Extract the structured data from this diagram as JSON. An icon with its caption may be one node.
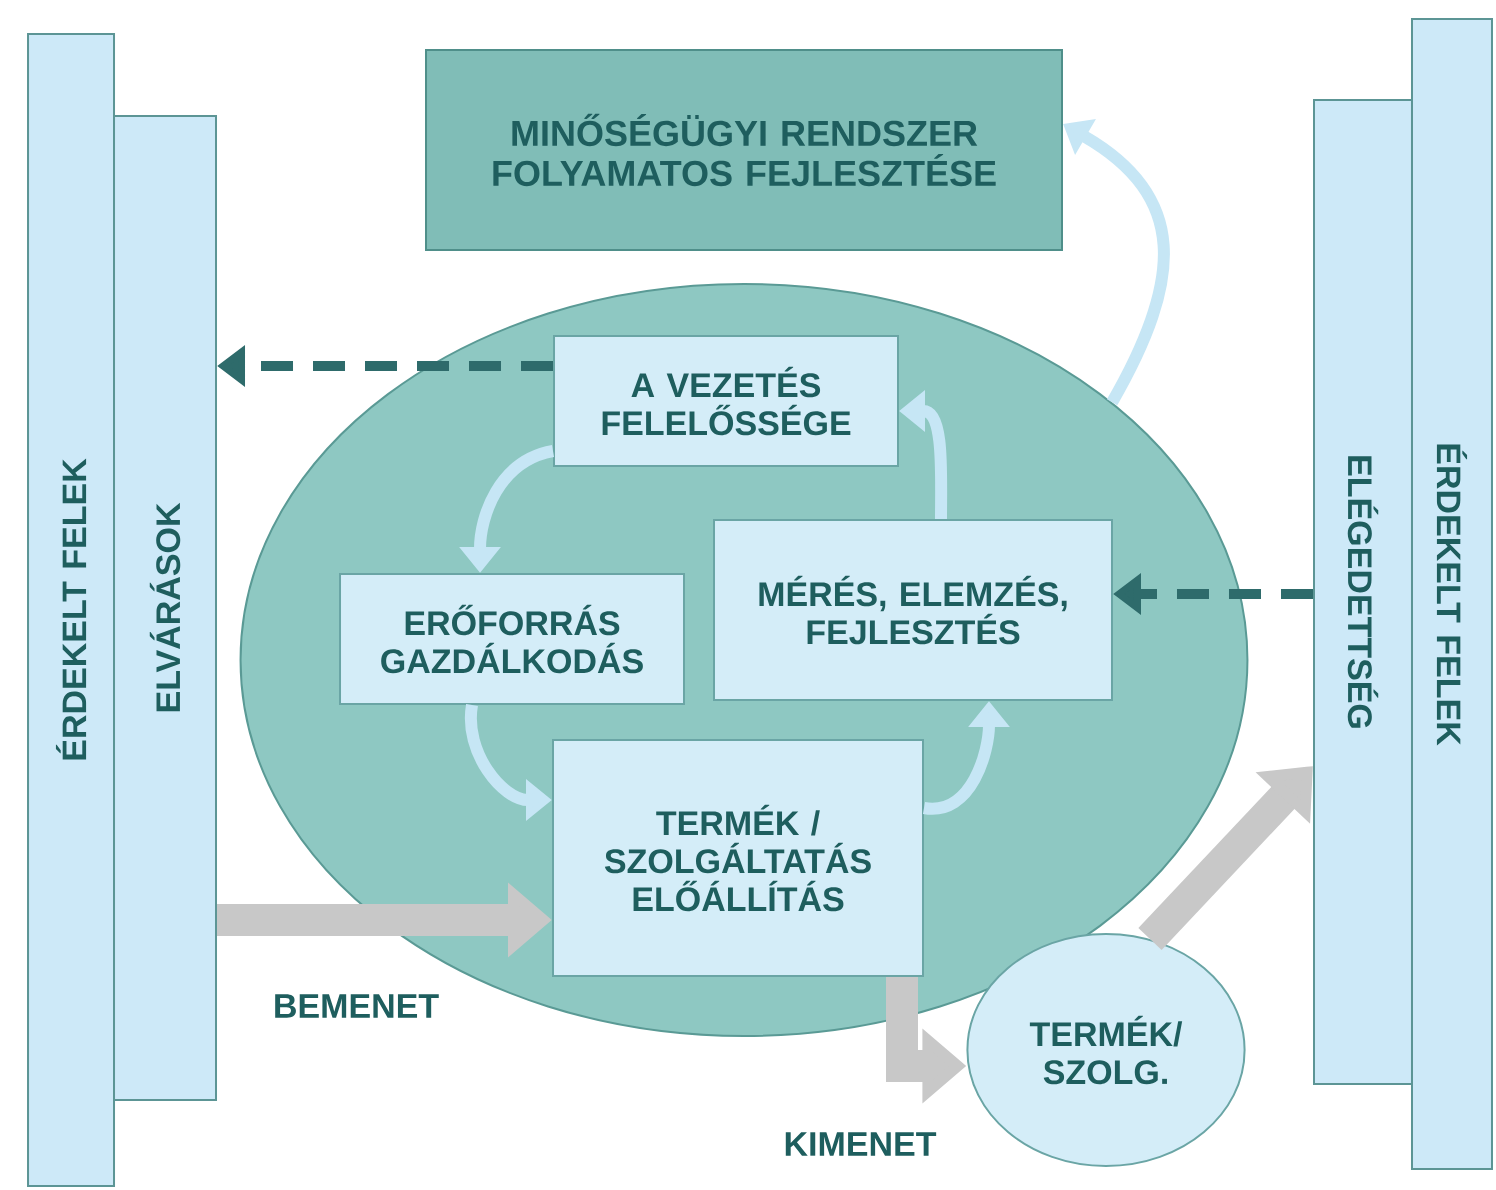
{
  "diagram": {
    "nodes": [
      {
        "text": [
          "ÉRDEKELT FELEK"
        ]
      },
      {
        "text": [
          "ELVÁRÁSOK"
        ]
      },
      {
        "text": [
          "MINŐSÉGÜGYI RENDSZER FOLYAMATOS FEJLESZTÉSE"
        ]
      },
      {
        "text": [],
        "shape": "circle"
      },
      {
        "text": [
          "A VEZETÉS FELELŐSSÉGE"
        ],
        "in": 3
      },
      {
        "text": [
          "ERŐFORRÁS GAZDÁLKODÁS"
        ],
        "in": 3
      },
      {
        "text": [
          "MÉRÉS, ELEMZÉS, FEJLESZTÉS"
        ],
        "in": 3
      },
      {
        "text": [
          "TERMÉK / SZOLGÁLTATÁS ELŐÁLLÍTÁS"
        ],
        "in": 3
      },
      {
        "text": [
          "TERMÉK/ SZOLG."
        ]
      },
      {
        "text": [
          "ELÉGEDETTSÉG"
        ]
      },
      {
        "text": [
          "ÉRDEKELT FELEK"
        ]
      }
    ],
    "edges": [
      {
        "from": 4,
        "to": 1,
        "arrow": "to",
        "style": "dashed",
        "color": "#2e6b6b"
      },
      {
        "from": 9,
        "to": 6,
        "arrow": "to",
        "style": "dashed",
        "color": "#2e6b6b"
      },
      {
        "from": 1,
        "to": 7,
        "arrow": "to",
        "label": "BEMENET",
        "style": "thick",
        "color": "#c8c8c8"
      },
      {
        "from": 7,
        "to": 8,
        "arrow": "to",
        "label": "KIMENET",
        "style": "thick",
        "color": "#c8c8c8"
      },
      {
        "from": 8,
        "to": 9,
        "arrow": "to",
        "style": "thick",
        "color": "#c8c8c8"
      },
      {
        "from": 4,
        "to": 5,
        "arrow": "to"
      },
      {
        "from": 5,
        "to": 7,
        "arrow": "to"
      },
      {
        "from": 7,
        "to": 6,
        "arrow": "to"
      },
      {
        "from": 6,
        "to": 4,
        "arrow": "to"
      },
      {
        "from": 3,
        "to": 2,
        "arrow": "to"
      }
    ]
  }
}
